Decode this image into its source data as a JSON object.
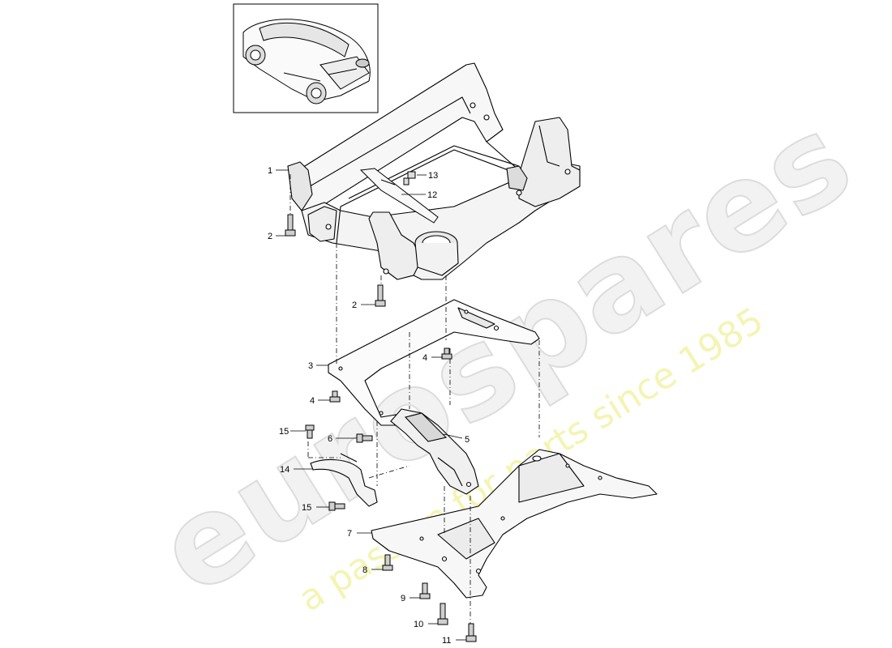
{
  "watermark": {
    "brand": "eurospares",
    "tagline": "a passion for parts since 1985"
  },
  "inset": {
    "icon": "car-rear-three-quarter-icon"
  },
  "callouts": [
    {
      "id": "c1",
      "label": "1"
    },
    {
      "id": "c2a",
      "label": "2"
    },
    {
      "id": "c2b",
      "label": "2"
    },
    {
      "id": "c3",
      "label": "3"
    },
    {
      "id": "c4a",
      "label": "4"
    },
    {
      "id": "c4b",
      "label": "4"
    },
    {
      "id": "c5",
      "label": "5"
    },
    {
      "id": "c6",
      "label": "6"
    },
    {
      "id": "c7",
      "label": "7"
    },
    {
      "id": "c8",
      "label": "8"
    },
    {
      "id": "c9",
      "label": "9"
    },
    {
      "id": "c10",
      "label": "10"
    },
    {
      "id": "c11",
      "label": "11"
    },
    {
      "id": "c12",
      "label": "12"
    },
    {
      "id": "c13",
      "label": "13"
    },
    {
      "id": "c14",
      "label": "14"
    },
    {
      "id": "c15a",
      "label": "15"
    },
    {
      "id": "c15b",
      "label": "15"
    }
  ],
  "colors": {
    "line": "#000000",
    "watermark_fill": "#f2f2f2",
    "tagline": "#f3f3a8"
  }
}
